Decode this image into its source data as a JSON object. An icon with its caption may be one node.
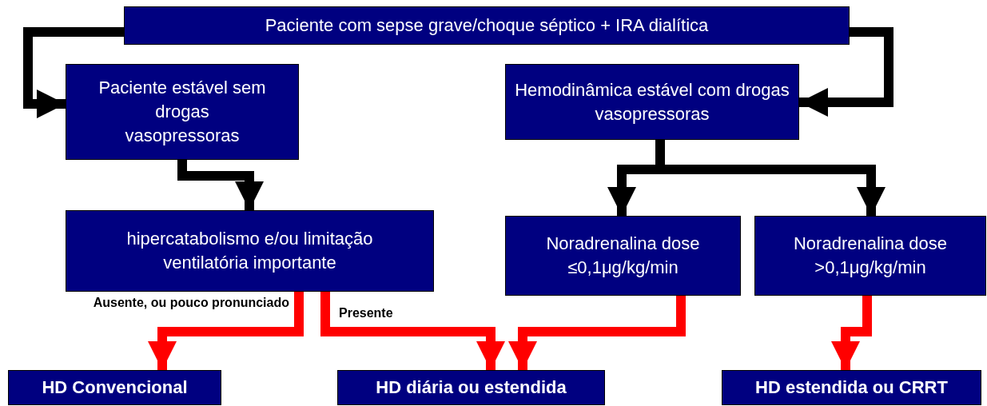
{
  "diagram": {
    "nodes": [
      {
        "text": [
          "Paciente com sepse grave/choque séptico + IRA dialítica"
        ]
      },
      {
        "text": [
          "Paciente estável sem drogas vasopressoras"
        ]
      },
      {
        "text": [
          "Hemodinâmica estável com drogas vasopressoras"
        ]
      },
      {
        "text": [
          "hipercatabolismo e/ou limitação ventilatória  importante"
        ]
      },
      {
        "text": [
          "Noradrenalina dose ≤0,1μg/kg/min"
        ]
      },
      {
        "text": [
          "Noradrenalina dose >0,1μg/kg/min"
        ]
      },
      {
        "text": [
          "HD Convencional"
        ]
      },
      {
        "text": [
          "HD diária ou estendida"
        ]
      },
      {
        "text": [
          "HD estendida ou CRRT"
        ]
      }
    ],
    "edges": [
      {
        "from": 0,
        "to": 1,
        "arrow": "to"
      },
      {
        "from": 0,
        "to": 2,
        "arrow": "to"
      },
      {
        "from": 1,
        "to": 3,
        "arrow": "to"
      },
      {
        "from": 2,
        "to": 4,
        "arrow": "to"
      },
      {
        "from": 2,
        "to": 5,
        "arrow": "to"
      },
      {
        "from": 3,
        "to": 6,
        "arrow": "to",
        "label": "Ausente, ou pouco pronunciado",
        "color": "#ff0000"
      },
      {
        "from": 3,
        "to": 7,
        "arrow": "to",
        "label": "Presente",
        "color": "#ff0000"
      },
      {
        "from": 4,
        "to": 7,
        "arrow": "to",
        "color": "#ff0000"
      },
      {
        "from": 5,
        "to": 8,
        "arrow": "to",
        "color": "#ff0000"
      }
    ]
  }
}
